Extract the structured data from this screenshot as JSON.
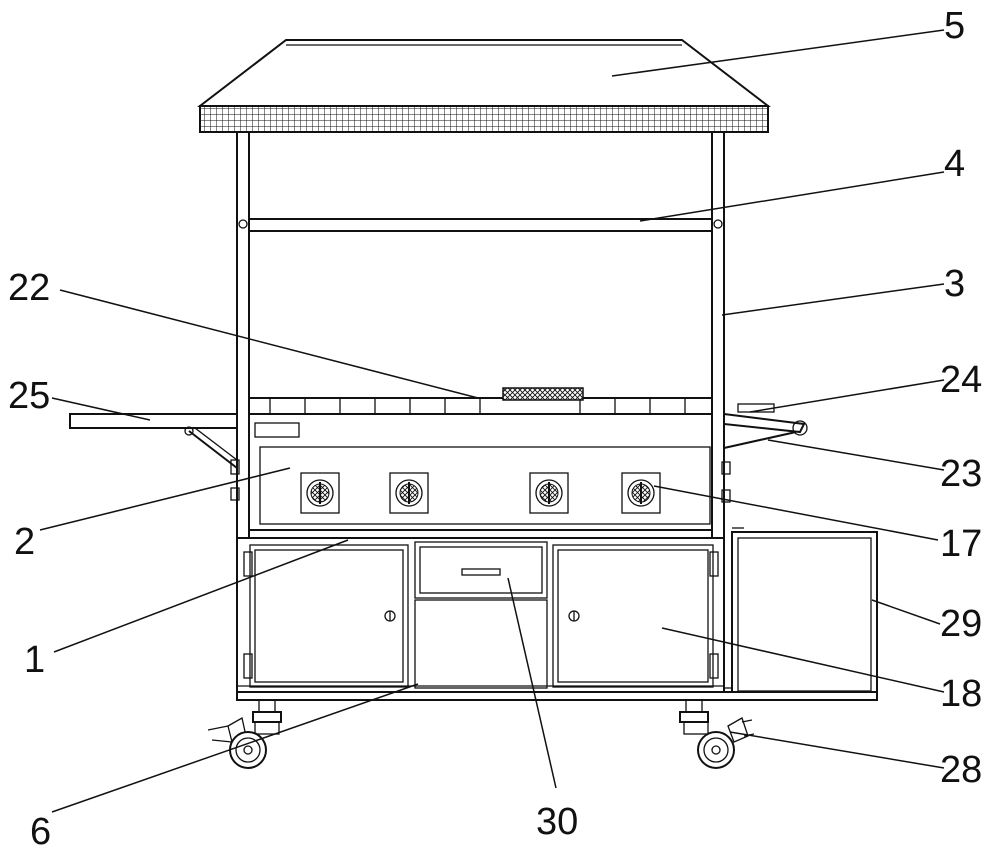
{
  "labels": {
    "l5": "5",
    "l4": "4",
    "l3": "3",
    "l22": "22",
    "l25": "25",
    "l24": "24",
    "l23": "23",
    "l2": "2",
    "l17": "17",
    "l1": "1",
    "l29": "29",
    "l18": "18",
    "l6": "6",
    "l30": "30",
    "l28": "28"
  }
}
